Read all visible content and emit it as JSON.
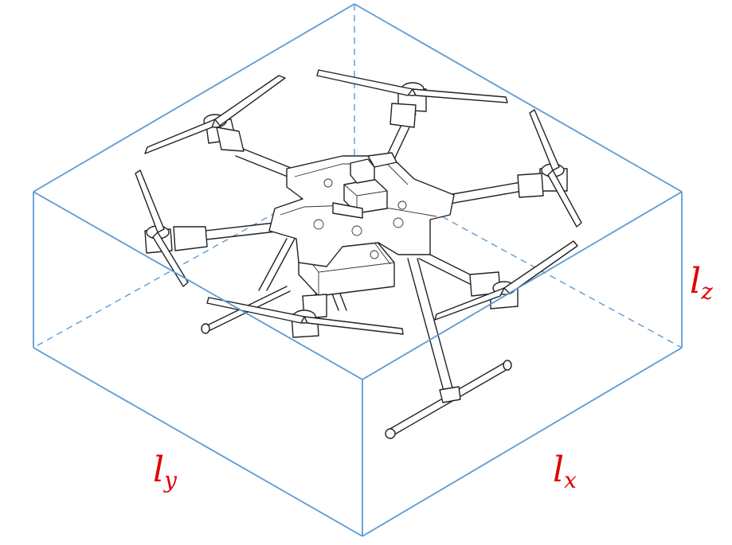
{
  "labels": {
    "lz": {
      "main": "l",
      "sub": "z"
    },
    "ly": {
      "main": "l",
      "sub": "y"
    },
    "lx": {
      "main": "l",
      "sub": "x"
    }
  },
  "colors": {
    "box": "#5b9bd5",
    "label": "#e00000",
    "drawing": "#222222"
  }
}
